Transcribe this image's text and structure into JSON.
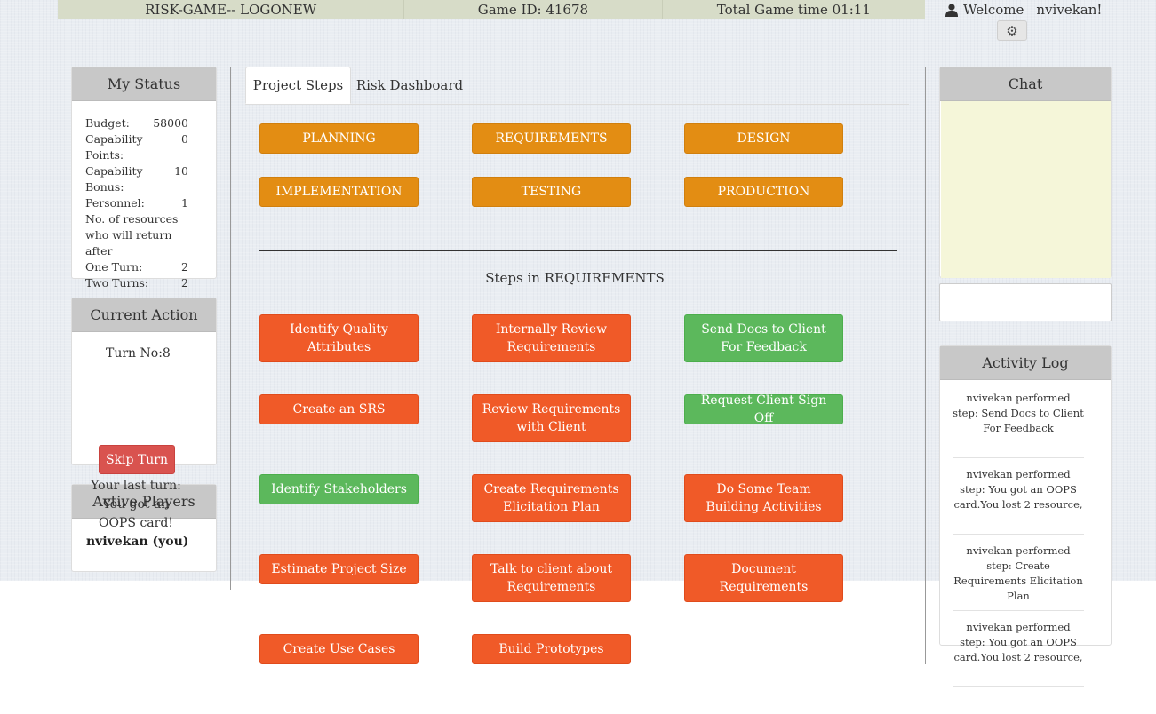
{
  "topbar": {
    "logo": "RISK-GAME-- LOGONEW",
    "game_id": "Game ID: 41678",
    "game_time": "Total Game time 01:11"
  },
  "user": {
    "welcome": "Welcome",
    "name": "nvivekan!",
    "user_icon": "user-icon",
    "settings_icon": "gear-icon"
  },
  "status": {
    "title": "My Status",
    "rows": [
      {
        "label": "Budget:",
        "value": "58000"
      },
      {
        "label": "Capability Points:",
        "value": "0"
      },
      {
        "label": "Capability Bonus:",
        "value": "10"
      },
      {
        "label": "Personnel:",
        "value": "1"
      },
      {
        "label": "No. of resources",
        "value": ""
      },
      {
        "label": "who will return",
        "value": ""
      },
      {
        "label": "after",
        "value": ""
      },
      {
        "label": "One Turn:",
        "value": "2"
      },
      {
        "label": "Two Turns:",
        "value": "2"
      }
    ]
  },
  "action": {
    "title": "Current Action",
    "turn": "Turn No:8",
    "skip_label": "Skip Turn",
    "last_turn": "Your last turn: You got an OOPS card!"
  },
  "players": {
    "title": "Active Players",
    "name": "nvivekan (you)"
  },
  "tabs": [
    "Project Steps",
    "Risk Dashboard"
  ],
  "phases": [
    "PLANNING",
    "REQUIREMENTS",
    "DESIGN",
    "IMPLEMENTATION",
    "TESTING",
    "PRODUCTION"
  ],
  "steps_title": "Steps in REQUIREMENTS",
  "steps": [
    {
      "label": "Identify Quality Attributes",
      "color": "#f05a28"
    },
    {
      "label": "Internally Review Requirements",
      "color": "#f05a28"
    },
    {
      "label": "Send Docs to Client For Feedback",
      "color": "#5cb85c"
    },
    {
      "label": "Create an SRS",
      "color": "#f05a28"
    },
    {
      "label": "Review Requirements with Client",
      "color": "#f05a28"
    },
    {
      "label": "Request Client Sign Off",
      "color": "#5cb85c"
    },
    {
      "label": "Identify Stakeholders",
      "color": "#5cb85c"
    },
    {
      "label": "Create Requirements Elicitation Plan",
      "color": "#f05a28"
    },
    {
      "label": "Do Some Team Building Activities",
      "color": "#f05a28"
    },
    {
      "label": "Estimate Project Size",
      "color": "#f05a28"
    },
    {
      "label": "Talk to client about Requirements",
      "color": "#f05a28"
    },
    {
      "label": "Document Requirements",
      "color": "#f05a28"
    },
    {
      "label": "Create Use Cases",
      "color": "#f05a28"
    },
    {
      "label": "Build Prototypes",
      "color": "#f05a28"
    }
  ],
  "chat": {
    "title": "Chat"
  },
  "activity": {
    "title": "Activity Log",
    "items": [
      "nvivekan performed step: Send Docs to Client For Feedback",
      "nvivekan performed step: You got an OOPS card.You lost 2 resource,",
      "nvivekan performed step: Create Requirements Elicitation Plan",
      "nvivekan performed step: You got an OOPS card.You lost 2 resource,"
    ]
  },
  "colors": {
    "phase": "#e38d13",
    "step_orange": "#f05a28",
    "step_green": "#5cb85c",
    "skip": "#d9534f",
    "panel_header": "#c8c8c8",
    "chat_bg": "#f5f6d9"
  }
}
